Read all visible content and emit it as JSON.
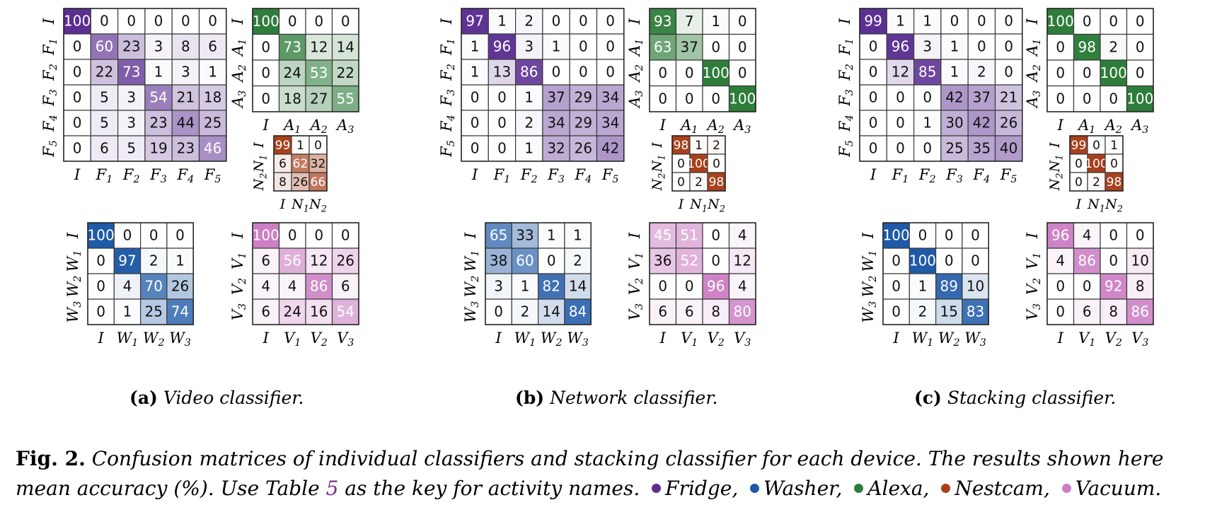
{
  "chart_data": [
    {
      "type": "heatmap",
      "panel": "a",
      "device": "Fridge",
      "color": "#5b2e91",
      "row_labels": [
        "I",
        "F1",
        "F2",
        "F3",
        "F4",
        "F5"
      ],
      "col_labels": [
        "I",
        "F1",
        "F2",
        "F3",
        "F4",
        "F5"
      ],
      "values": [
        [
          100,
          0,
          0,
          0,
          0,
          0
        ],
        [
          0,
          60,
          23,
          3,
          8,
          6
        ],
        [
          0,
          22,
          73,
          1,
          3,
          1
        ],
        [
          0,
          5,
          3,
          54,
          21,
          18
        ],
        [
          0,
          5,
          3,
          23,
          44,
          25
        ],
        [
          0,
          6,
          5,
          19,
          23,
          46
        ]
      ]
    },
    {
      "type": "heatmap",
      "panel": "a",
      "device": "Alexa",
      "color": "#2e7d3a",
      "row_labels": [
        "I",
        "A1",
        "A2",
        "A3"
      ],
      "col_labels": [
        "I",
        "A1",
        "A2",
        "A3"
      ],
      "values": [
        [
          100,
          0,
          0,
          0
        ],
        [
          0,
          73,
          12,
          14
        ],
        [
          0,
          24,
          53,
          22
        ],
        [
          0,
          18,
          27,
          55
        ]
      ]
    },
    {
      "type": "heatmap",
      "panel": "a",
      "device": "Nestcam",
      "color": "#a83f1a",
      "row_labels": [
        "I",
        "N1",
        "N2"
      ],
      "col_labels": [
        "I",
        "N1",
        "N2"
      ],
      "values": [
        [
          99,
          1,
          0
        ],
        [
          6,
          62,
          32
        ],
        [
          8,
          26,
          66
        ]
      ]
    },
    {
      "type": "heatmap",
      "panel": "a",
      "device": "Washer",
      "color": "#1f5aa6",
      "row_labels": [
        "I",
        "W1",
        "W2",
        "W3"
      ],
      "col_labels": [
        "I",
        "W1",
        "W2",
        "W3"
      ],
      "values": [
        [
          100,
          0,
          0,
          0
        ],
        [
          0,
          97,
          2,
          1
        ],
        [
          0,
          4,
          70,
          26
        ],
        [
          0,
          1,
          25,
          74
        ]
      ]
    },
    {
      "type": "heatmap",
      "panel": "a",
      "device": "Vacuum",
      "color": "#cc7fc4",
      "row_labels": [
        "I",
        "V1",
        "V2",
        "V3"
      ],
      "col_labels": [
        "I",
        "V1",
        "V2",
        "V3"
      ],
      "values": [
        [
          100,
          0,
          0,
          0
        ],
        [
          6,
          56,
          12,
          26
        ],
        [
          4,
          4,
          86,
          6
        ],
        [
          6,
          24,
          16,
          54
        ]
      ]
    },
    {
      "type": "heatmap",
      "panel": "b",
      "device": "Fridge",
      "color": "#5b2e91",
      "row_labels": [
        "I",
        "F1",
        "F2",
        "F3",
        "F4",
        "F5"
      ],
      "col_labels": [
        "I",
        "F1",
        "F2",
        "F3",
        "F4",
        "F5"
      ],
      "values": [
        [
          97,
          1,
          2,
          0,
          0,
          0
        ],
        [
          1,
          96,
          3,
          1,
          0,
          0
        ],
        [
          1,
          13,
          86,
          0,
          0,
          0
        ],
        [
          0,
          0,
          1,
          37,
          29,
          34
        ],
        [
          0,
          0,
          2,
          34,
          29,
          34
        ],
        [
          0,
          0,
          1,
          32,
          26,
          42
        ]
      ]
    },
    {
      "type": "heatmap",
      "panel": "b",
      "device": "Alexa",
      "color": "#2e7d3a",
      "row_labels": [
        "I",
        "A1",
        "A2",
        "A3"
      ],
      "col_labels": [
        "I",
        "A1",
        "A2",
        "A3"
      ],
      "values": [
        [
          93,
          7,
          1,
          0
        ],
        [
          63,
          37,
          0,
          0
        ],
        [
          0,
          0,
          100,
          0
        ],
        [
          0,
          0,
          0,
          100
        ]
      ]
    },
    {
      "type": "heatmap",
      "panel": "b",
      "device": "Nestcam",
      "color": "#a83f1a",
      "row_labels": [
        "I",
        "N1",
        "N2"
      ],
      "col_labels": [
        "I",
        "N1",
        "N2"
      ],
      "values": [
        [
          98,
          1,
          2
        ],
        [
          0,
          100,
          0
        ],
        [
          0,
          2,
          98
        ]
      ]
    },
    {
      "type": "heatmap",
      "panel": "b",
      "device": "Washer",
      "color": "#1f5aa6",
      "row_labels": [
        "I",
        "W1",
        "W2",
        "W3"
      ],
      "col_labels": [
        "I",
        "W1",
        "W2",
        "W3"
      ],
      "values": [
        [
          65,
          33,
          1,
          1
        ],
        [
          38,
          60,
          0,
          2
        ],
        [
          3,
          1,
          82,
          14
        ],
        [
          0,
          2,
          14,
          84
        ]
      ]
    },
    {
      "type": "heatmap",
      "panel": "b",
      "device": "Vacuum",
      "color": "#cc7fc4",
      "row_labels": [
        "I",
        "V1",
        "V2",
        "V3"
      ],
      "col_labels": [
        "I",
        "V1",
        "V2",
        "V3"
      ],
      "values": [
        [
          45,
          51,
          0,
          4
        ],
        [
          36,
          52,
          0,
          12
        ],
        [
          0,
          0,
          96,
          4
        ],
        [
          6,
          6,
          8,
          80
        ]
      ]
    },
    {
      "type": "heatmap",
      "panel": "c",
      "device": "Fridge",
      "color": "#5b2e91",
      "row_labels": [
        "I",
        "F1",
        "F2",
        "F3",
        "F4",
        "F5"
      ],
      "col_labels": [
        "I",
        "F1",
        "F2",
        "F3",
        "F4",
        "F5"
      ],
      "values": [
        [
          99,
          1,
          1,
          0,
          0,
          0
        ],
        [
          0,
          96,
          3,
          1,
          0,
          0
        ],
        [
          0,
          12,
          85,
          1,
          2,
          0
        ],
        [
          0,
          0,
          0,
          42,
          37,
          21
        ],
        [
          0,
          0,
          1,
          30,
          42,
          26
        ],
        [
          0,
          0,
          0,
          25,
          35,
          40
        ]
      ]
    },
    {
      "type": "heatmap",
      "panel": "c",
      "device": "Alexa",
      "color": "#2e7d3a",
      "row_labels": [
        "I",
        "A1",
        "A2",
        "A3"
      ],
      "col_labels": [
        "I",
        "A1",
        "A2",
        "A3"
      ],
      "values": [
        [
          100,
          0,
          0,
          0
        ],
        [
          0,
          98,
          2,
          0
        ],
        [
          0,
          0,
          100,
          0
        ],
        [
          0,
          0,
          0,
          100
        ]
      ]
    },
    {
      "type": "heatmap",
      "panel": "c",
      "device": "Nestcam",
      "color": "#a83f1a",
      "row_labels": [
        "I",
        "N1",
        "N2"
      ],
      "col_labels": [
        "I",
        "N1",
        "N2"
      ],
      "values": [
        [
          99,
          0,
          1
        ],
        [
          0,
          100,
          0
        ],
        [
          0,
          2,
          98
        ]
      ]
    },
    {
      "type": "heatmap",
      "panel": "c",
      "device": "Washer",
      "color": "#1f5aa6",
      "row_labels": [
        "I",
        "W1",
        "W2",
        "W3"
      ],
      "col_labels": [
        "I",
        "W1",
        "W2",
        "W3"
      ],
      "values": [
        [
          100,
          0,
          0,
          0
        ],
        [
          0,
          100,
          0,
          0
        ],
        [
          0,
          1,
          89,
          10
        ],
        [
          0,
          2,
          15,
          83
        ]
      ]
    },
    {
      "type": "heatmap",
      "panel": "c",
      "device": "Vacuum",
      "color": "#cc7fc4",
      "row_labels": [
        "I",
        "V1",
        "V2",
        "V3"
      ],
      "col_labels": [
        "I",
        "V1",
        "V2",
        "V3"
      ],
      "values": [
        [
          96,
          4,
          0,
          0
        ],
        [
          4,
          86,
          0,
          10
        ],
        [
          0,
          0,
          92,
          8
        ],
        [
          0,
          6,
          8,
          86
        ]
      ]
    }
  ],
  "subcaptions": {
    "a": {
      "tag": "(a)",
      "text": "Video classifier."
    },
    "b": {
      "tag": "(b)",
      "text": "Network classifier."
    },
    "c": {
      "tag": "(c)",
      "text": "Stacking classifier."
    }
  },
  "caption": {
    "label": "Fig. 2.",
    "text_1": "Confusion matrices of individual classifiers and stacking classifier for each device. The results shown here mean accuracy (%). Use Table",
    "table_ref": "5",
    "text_2": "as the key for activity names.",
    "legend": [
      {
        "name": "Fridge,",
        "color": "#5b2e91"
      },
      {
        "name": "Washer,",
        "color": "#1f5aa6"
      },
      {
        "name": "Alexa,",
        "color": "#2e7d3a"
      },
      {
        "name": "Nestcam,",
        "color": "#a83f1a"
      },
      {
        "name": "Vacuum.",
        "color": "#cc7fc4"
      }
    ],
    "table_ref_color": "#7a2e8c"
  }
}
